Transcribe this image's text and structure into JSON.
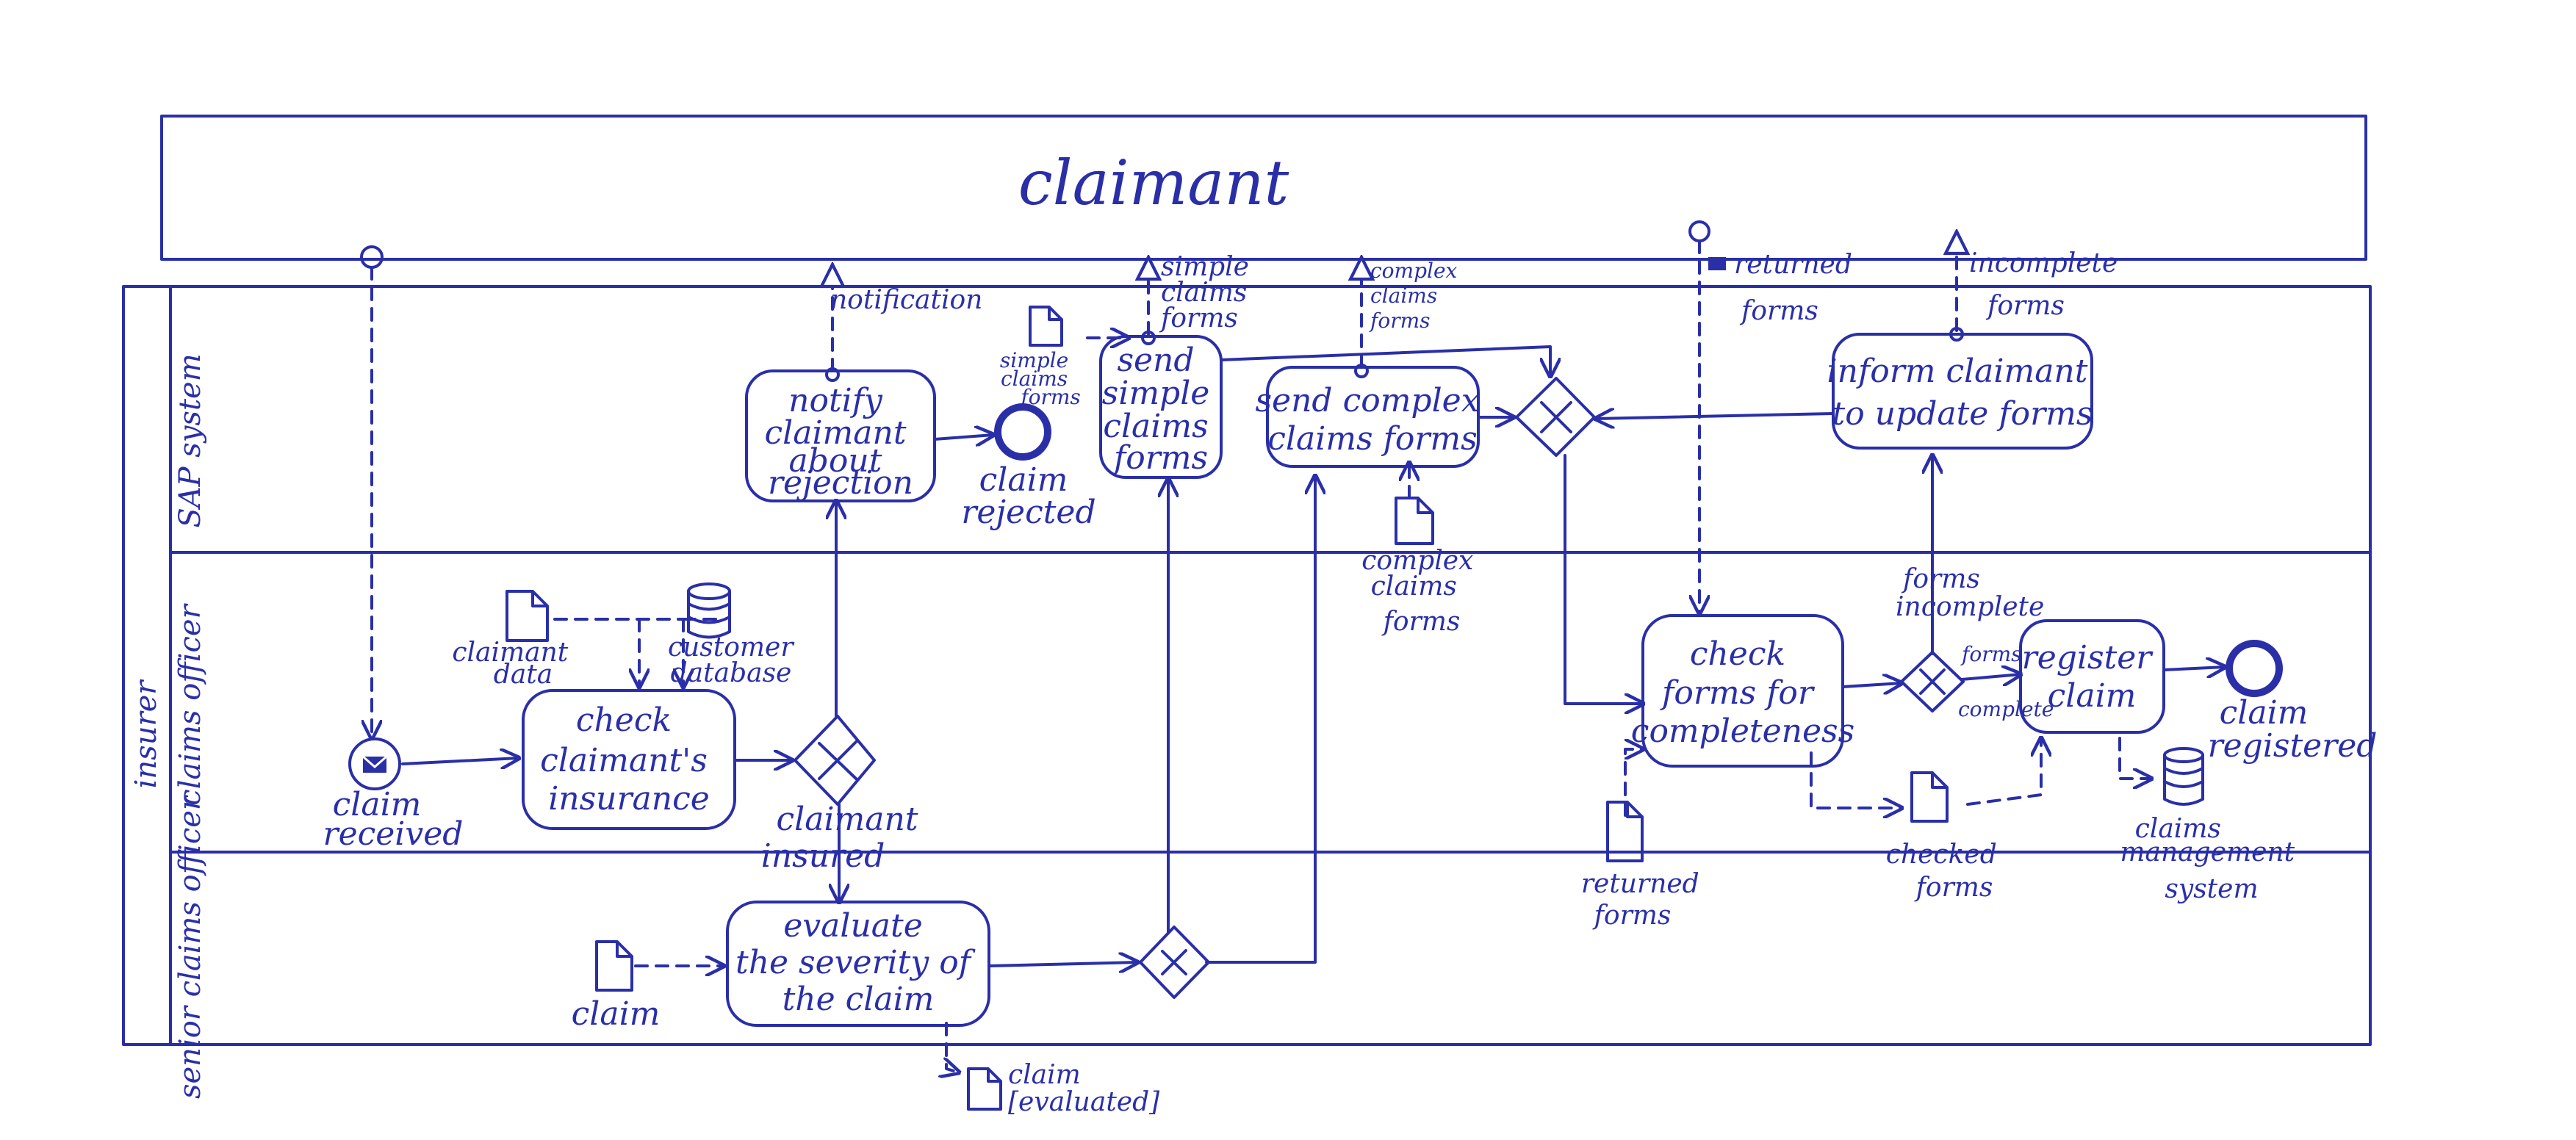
{
  "pool_participant": "claimant",
  "pool_process": "insurer",
  "lanes": [
    "SAP system",
    "claims officer",
    "senior claims officer"
  ],
  "tasks": {
    "notify": [
      "notify",
      "claimant",
      "about",
      "rejection"
    ],
    "send_simple": [
      "send",
      "simple",
      "claims",
      "forms"
    ],
    "send_complex": [
      "send complex",
      "claims forms"
    ],
    "inform": [
      "inform claimant",
      "to update forms"
    ],
    "check_insurance": [
      "check",
      "claimant's",
      "insurance"
    ],
    "check_forms": [
      "check",
      "forms for",
      "completeness"
    ],
    "register": [
      "register",
      "claim"
    ],
    "evaluate": [
      "evaluate",
      "the severity of",
      "the claim"
    ]
  },
  "events": {
    "claim_received": [
      "claim",
      "received"
    ],
    "claim_rejected": [
      "claim",
      "rejected"
    ],
    "claim_registered": [
      "claim",
      "registered"
    ]
  },
  "gateways": {
    "claimant_insured": [
      "claimant",
      "insured"
    ],
    "forms_incomplete": [
      "forms",
      "incomplete"
    ],
    "forms_complete": [
      "forms",
      "complete"
    ]
  },
  "messages": {
    "notification": [
      "notification"
    ],
    "simple_claims_forms": [
      "simple",
      "claims",
      "forms"
    ],
    "complex_claims_forms": [
      "complex",
      "claims",
      "forms"
    ],
    "returned_forms": [
      "returned",
      "forms"
    ],
    "incomplete_forms": [
      "incomplete",
      "forms"
    ]
  },
  "data_objects": {
    "claimant_data": [
      "claimant",
      "data"
    ],
    "customer_database": [
      "customer",
      "database"
    ],
    "simple_forms_doc": [
      "simple",
      "claims",
      "forms"
    ],
    "complex_forms_doc": [
      "complex",
      "claims",
      "forms"
    ],
    "returned_forms_doc": [
      "returned",
      "forms"
    ],
    "checked_forms": [
      "checked",
      "forms"
    ],
    "claims_management_system": [
      "claims",
      "management",
      "system"
    ],
    "claim_doc": [
      "claim"
    ],
    "claim_evaluated": [
      "claim",
      "[evaluated]"
    ]
  }
}
